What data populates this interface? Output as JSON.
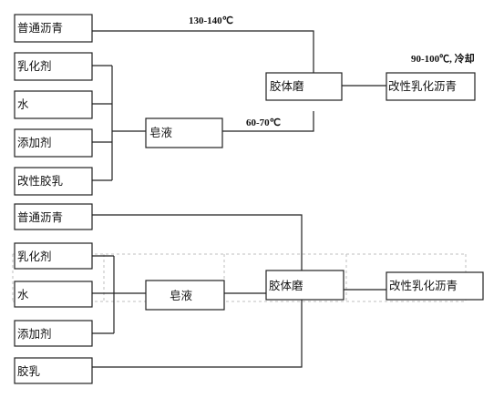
{
  "diagram1": {
    "inputs": [
      "普通沥青",
      "乳化剂",
      "水",
      "添加剂",
      "改性胶乳"
    ],
    "soap": "皂液",
    "mill": "胶体磨",
    "product": "改性乳化沥青",
    "temp_asphalt": "130-140℃",
    "temp_soap": "60-70℃",
    "temp_product": "90-100℃, 冷却"
  },
  "diagram2": {
    "inputs": [
      "普通沥青",
      "乳化剂",
      "水",
      "添加剂",
      "胶乳"
    ],
    "soap": "皂液",
    "mill": "胶体磨",
    "product": "改性乳化沥青"
  }
}
